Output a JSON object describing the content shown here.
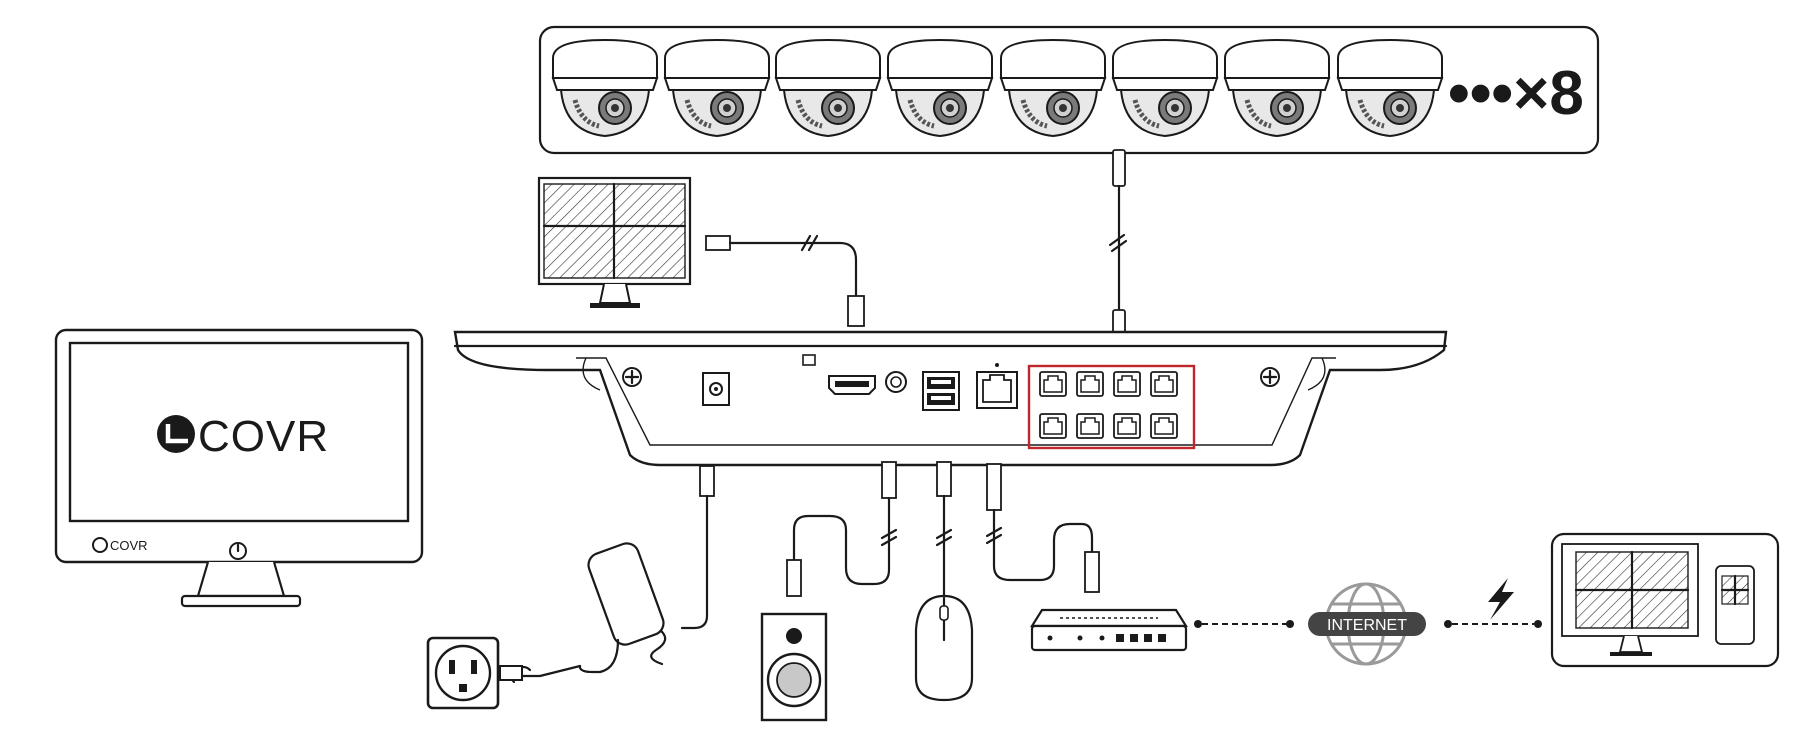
{
  "camera_multiplier": "•••×8",
  "monitor_brand": "COVR",
  "monitor_brand_small": "COVR",
  "internet_label": "INTERNET",
  "colors": {
    "ink": "#1a1a1a",
    "highlight_ports": "#c0262b",
    "internet_badge": "#444444"
  }
}
